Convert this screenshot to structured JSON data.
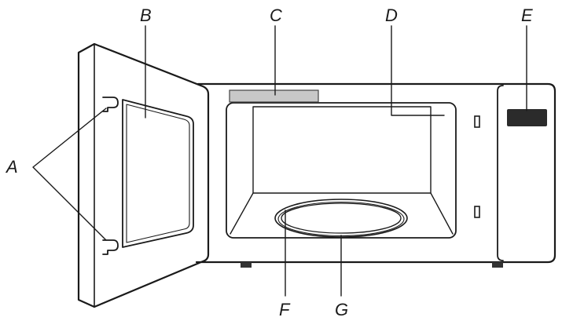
{
  "diagram": {
    "labels": {
      "A": "A",
      "B": "B",
      "C": "C",
      "D": "D",
      "E": "E",
      "F": "F",
      "G": "G"
    }
  }
}
